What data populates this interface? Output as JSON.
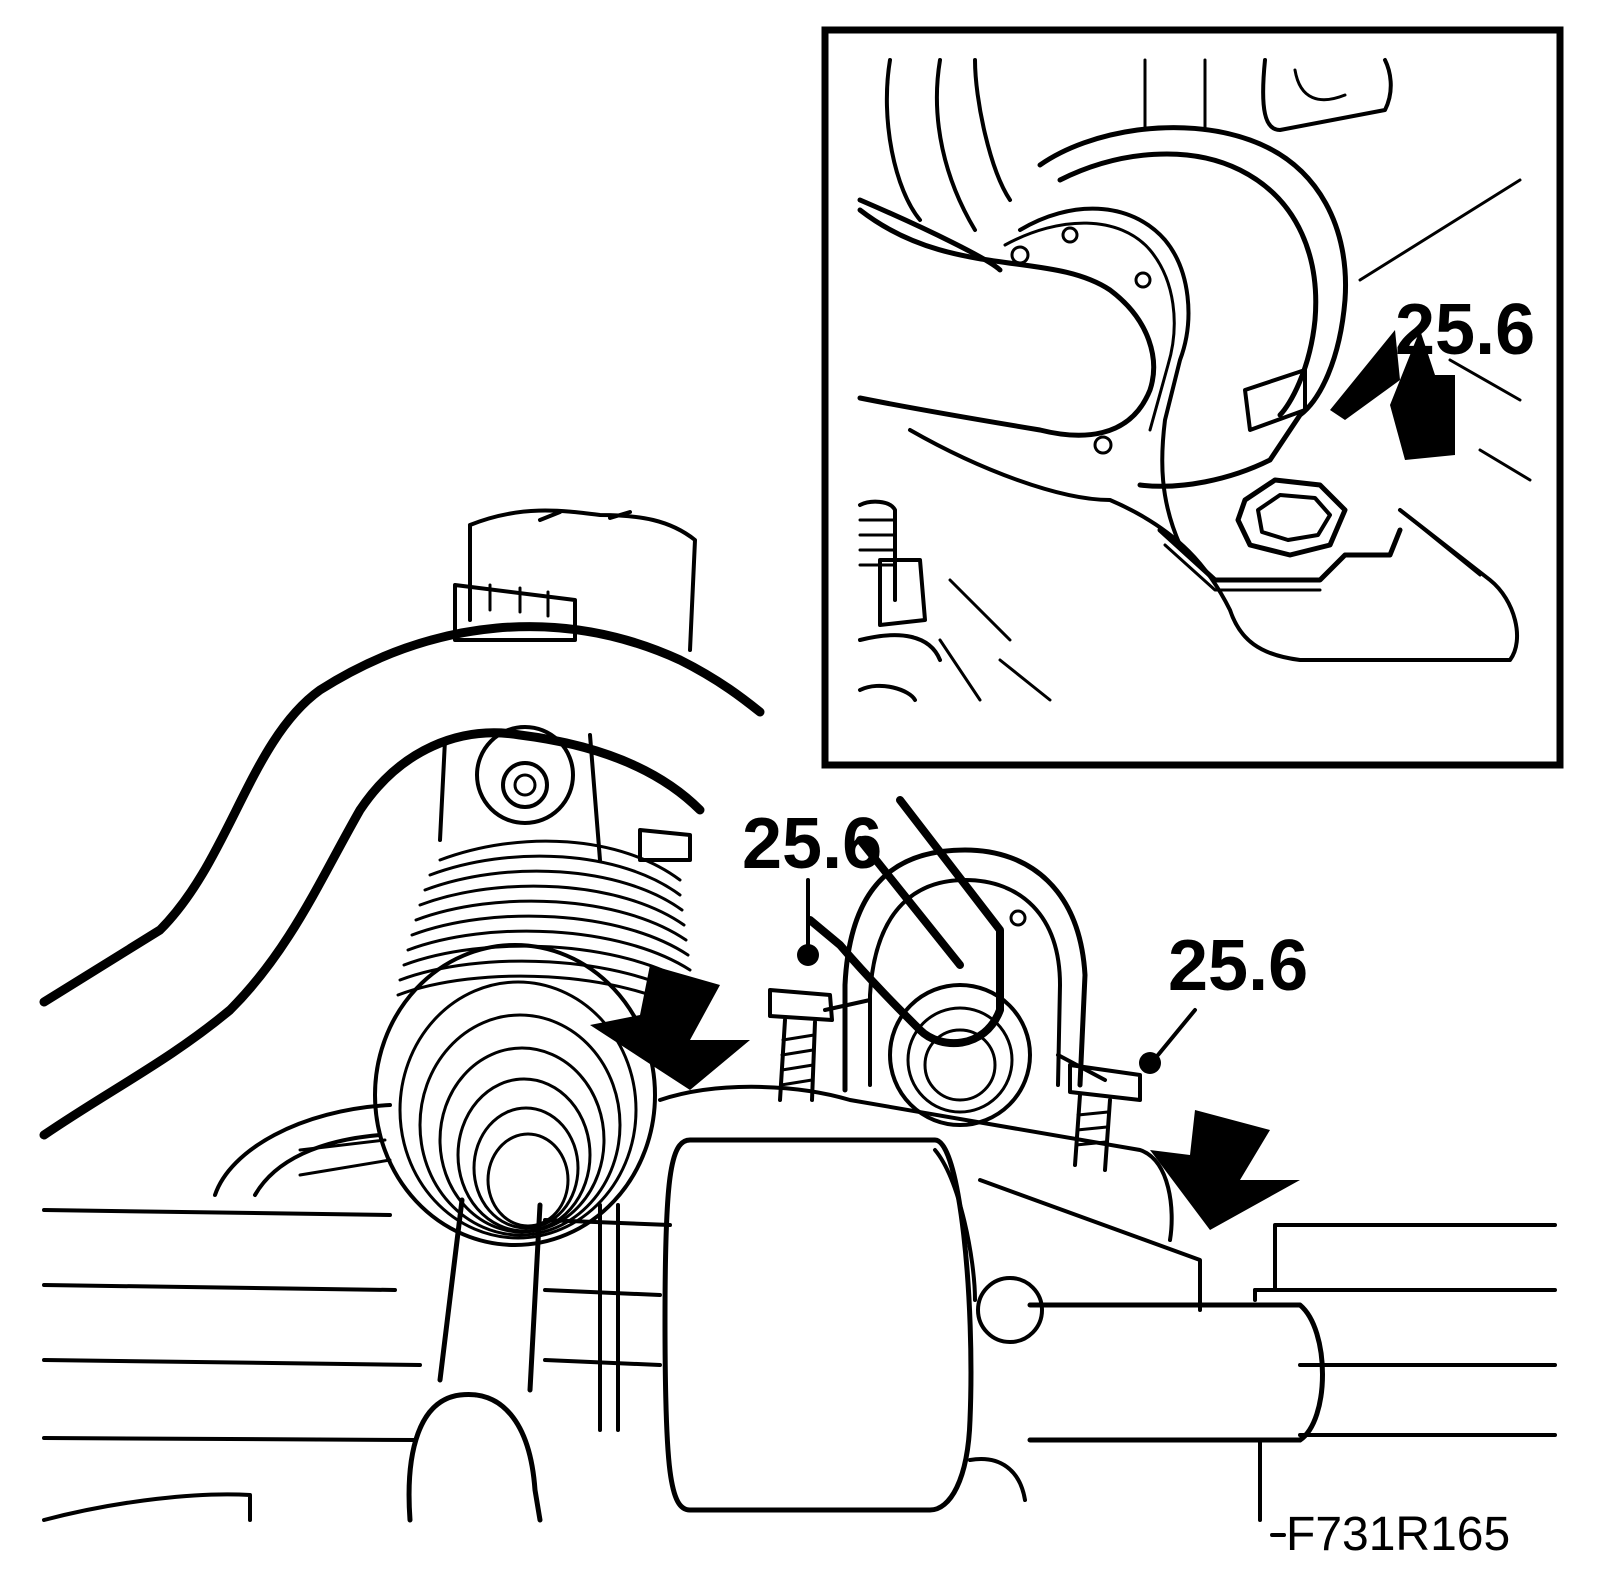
{
  "callouts": [
    {
      "id": "main-left",
      "label": "25.6"
    },
    {
      "id": "main-right",
      "label": "25.6"
    },
    {
      "id": "inset",
      "label": "25.6"
    }
  ],
  "figure_code": "F731R165",
  "colors": {
    "ink": "#000000",
    "paper": "#ffffff"
  }
}
